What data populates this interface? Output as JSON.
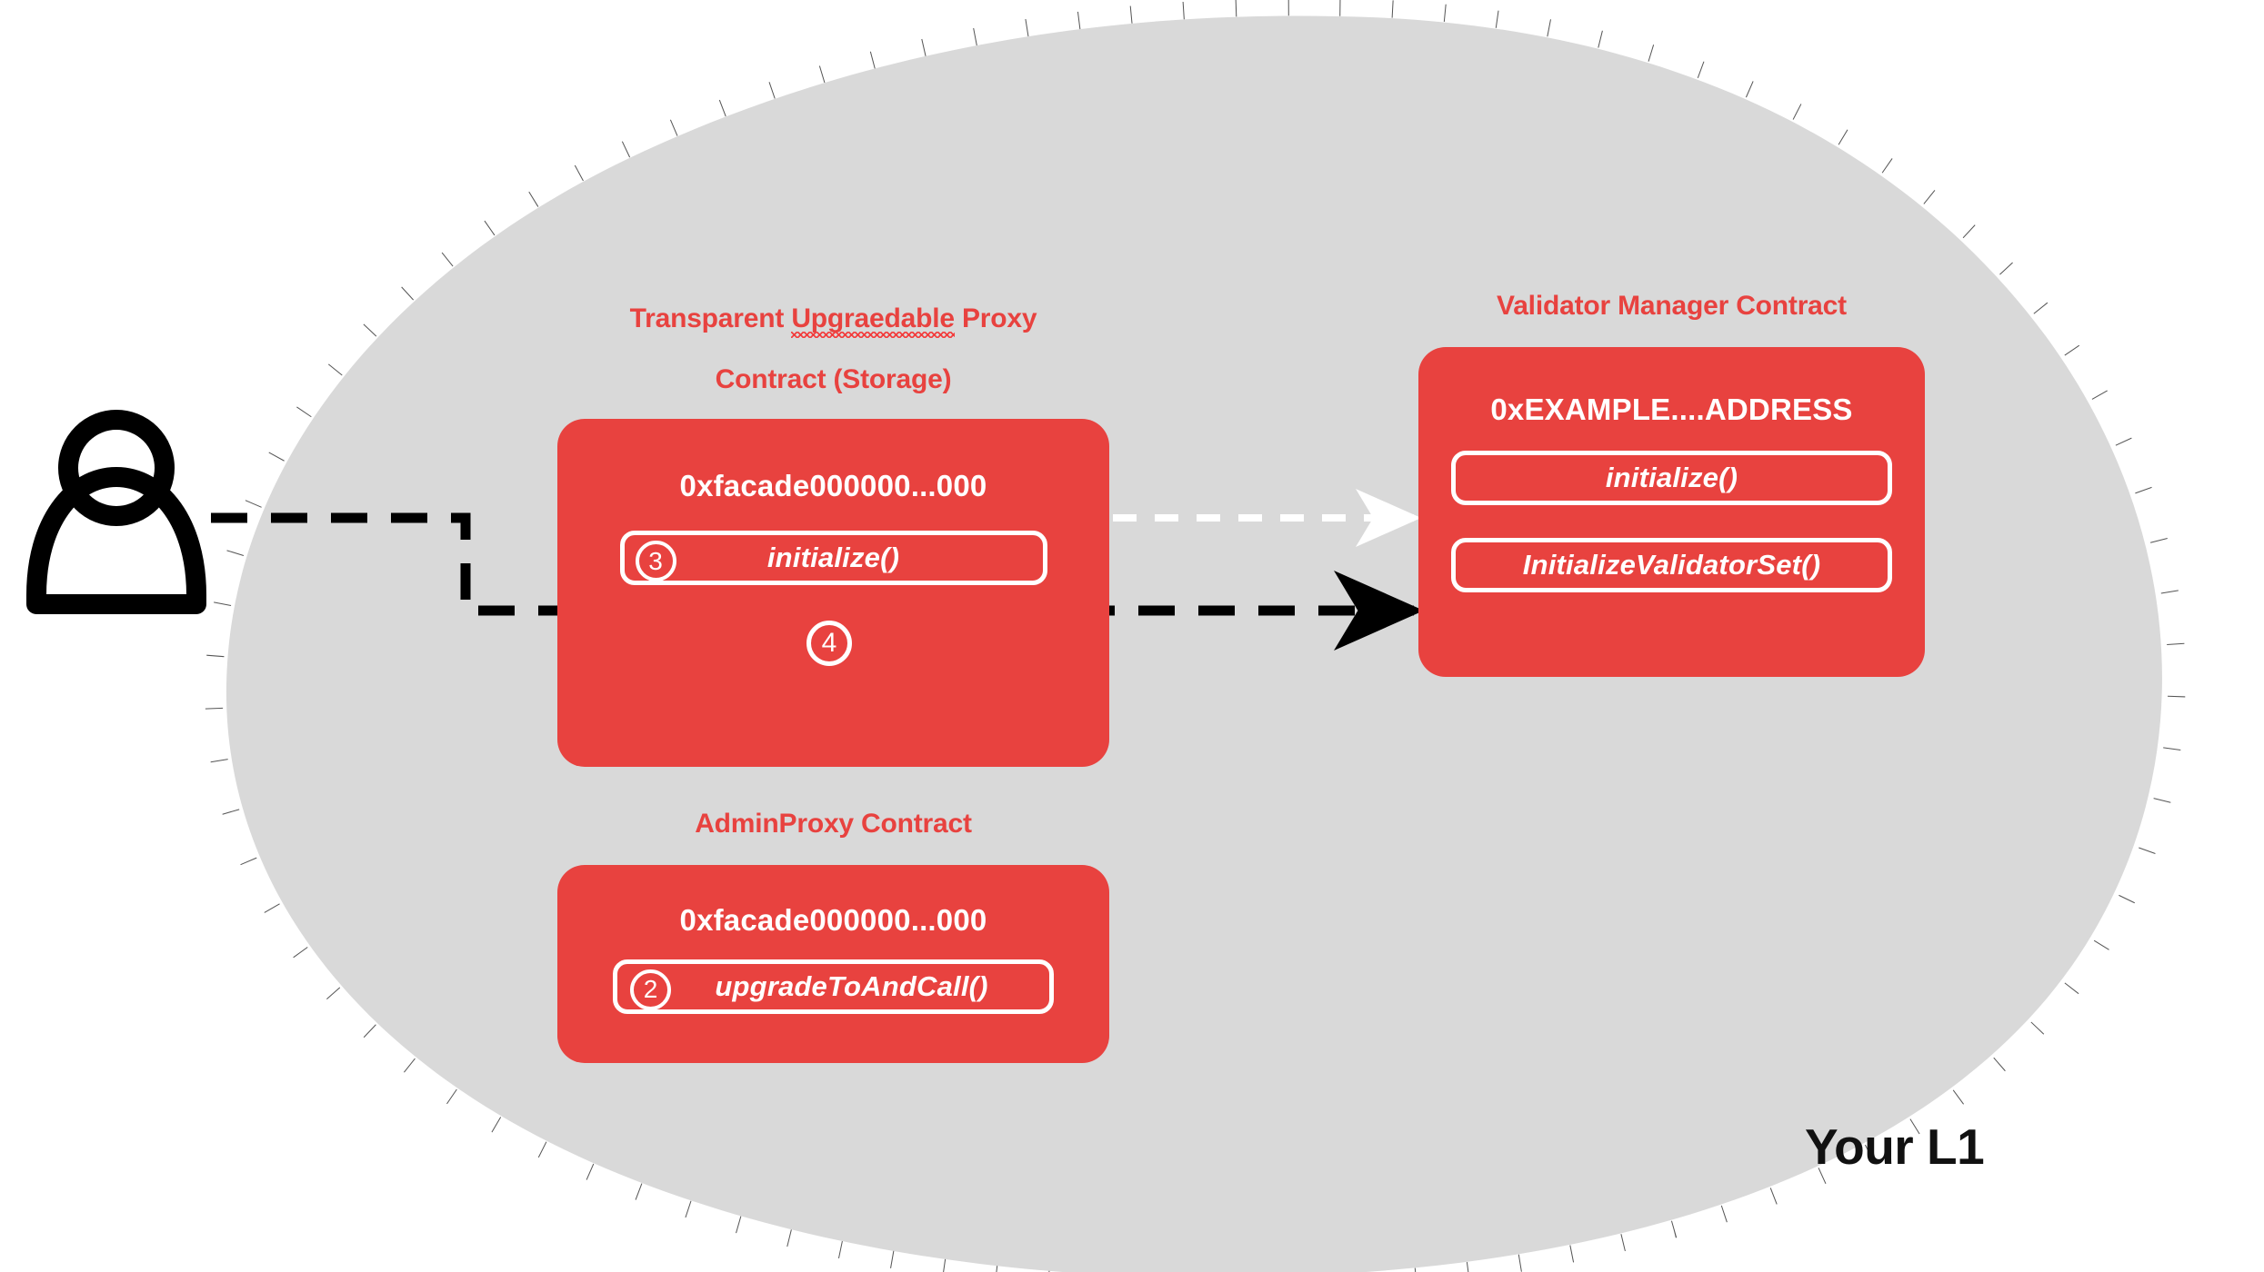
{
  "zone": {
    "label": "Your L1",
    "fill_color": "#d9d9d9",
    "border_color": "#555555",
    "border_style": "dotted"
  },
  "actor": {
    "icon": "user-icon",
    "color": "#000000"
  },
  "theme": {
    "contract_red": "#e8423f",
    "title_red": "#e8423f",
    "white": "#ffffff",
    "arrow_black": "#000000",
    "arrow_white": "#ffffff"
  },
  "contracts": [
    {
      "id": "transparent-upgradeable-proxy",
      "title_line1_pre": "Transparent ",
      "title_line1_misspelled": "Upgraedable",
      "title_line1_post": " Proxy",
      "title_line2": "Contract (Storage)",
      "address": "0xfacade000000...000",
      "methods": [
        {
          "step": "3",
          "label": "initialize()"
        }
      ],
      "floating_step": "4"
    },
    {
      "id": "validator-manager",
      "title": "Validator Manager Contract",
      "address": "0xEXAMPLE....ADDRESS",
      "methods": [
        {
          "step": "",
          "label": "initialize()"
        },
        {
          "step": "",
          "label": "InitializeValidatorSet()"
        }
      ]
    },
    {
      "id": "admin-proxy",
      "title": "AdminProxy  Contract",
      "address": "0xfacade000000...000",
      "methods": [
        {
          "step": "2",
          "label": "upgradeToAndCall()"
        }
      ]
    }
  ],
  "connections": [
    {
      "id": "user-to-initialize-validator-set",
      "style": "dashed",
      "color": "#000000",
      "from": "user-icon",
      "to": "InitializeValidatorSet()"
    },
    {
      "id": "proxy-initialize-to-vm-initialize",
      "style": "dashed",
      "color": "#ffffff",
      "from": "initialize()",
      "to": "initialize()"
    }
  ]
}
